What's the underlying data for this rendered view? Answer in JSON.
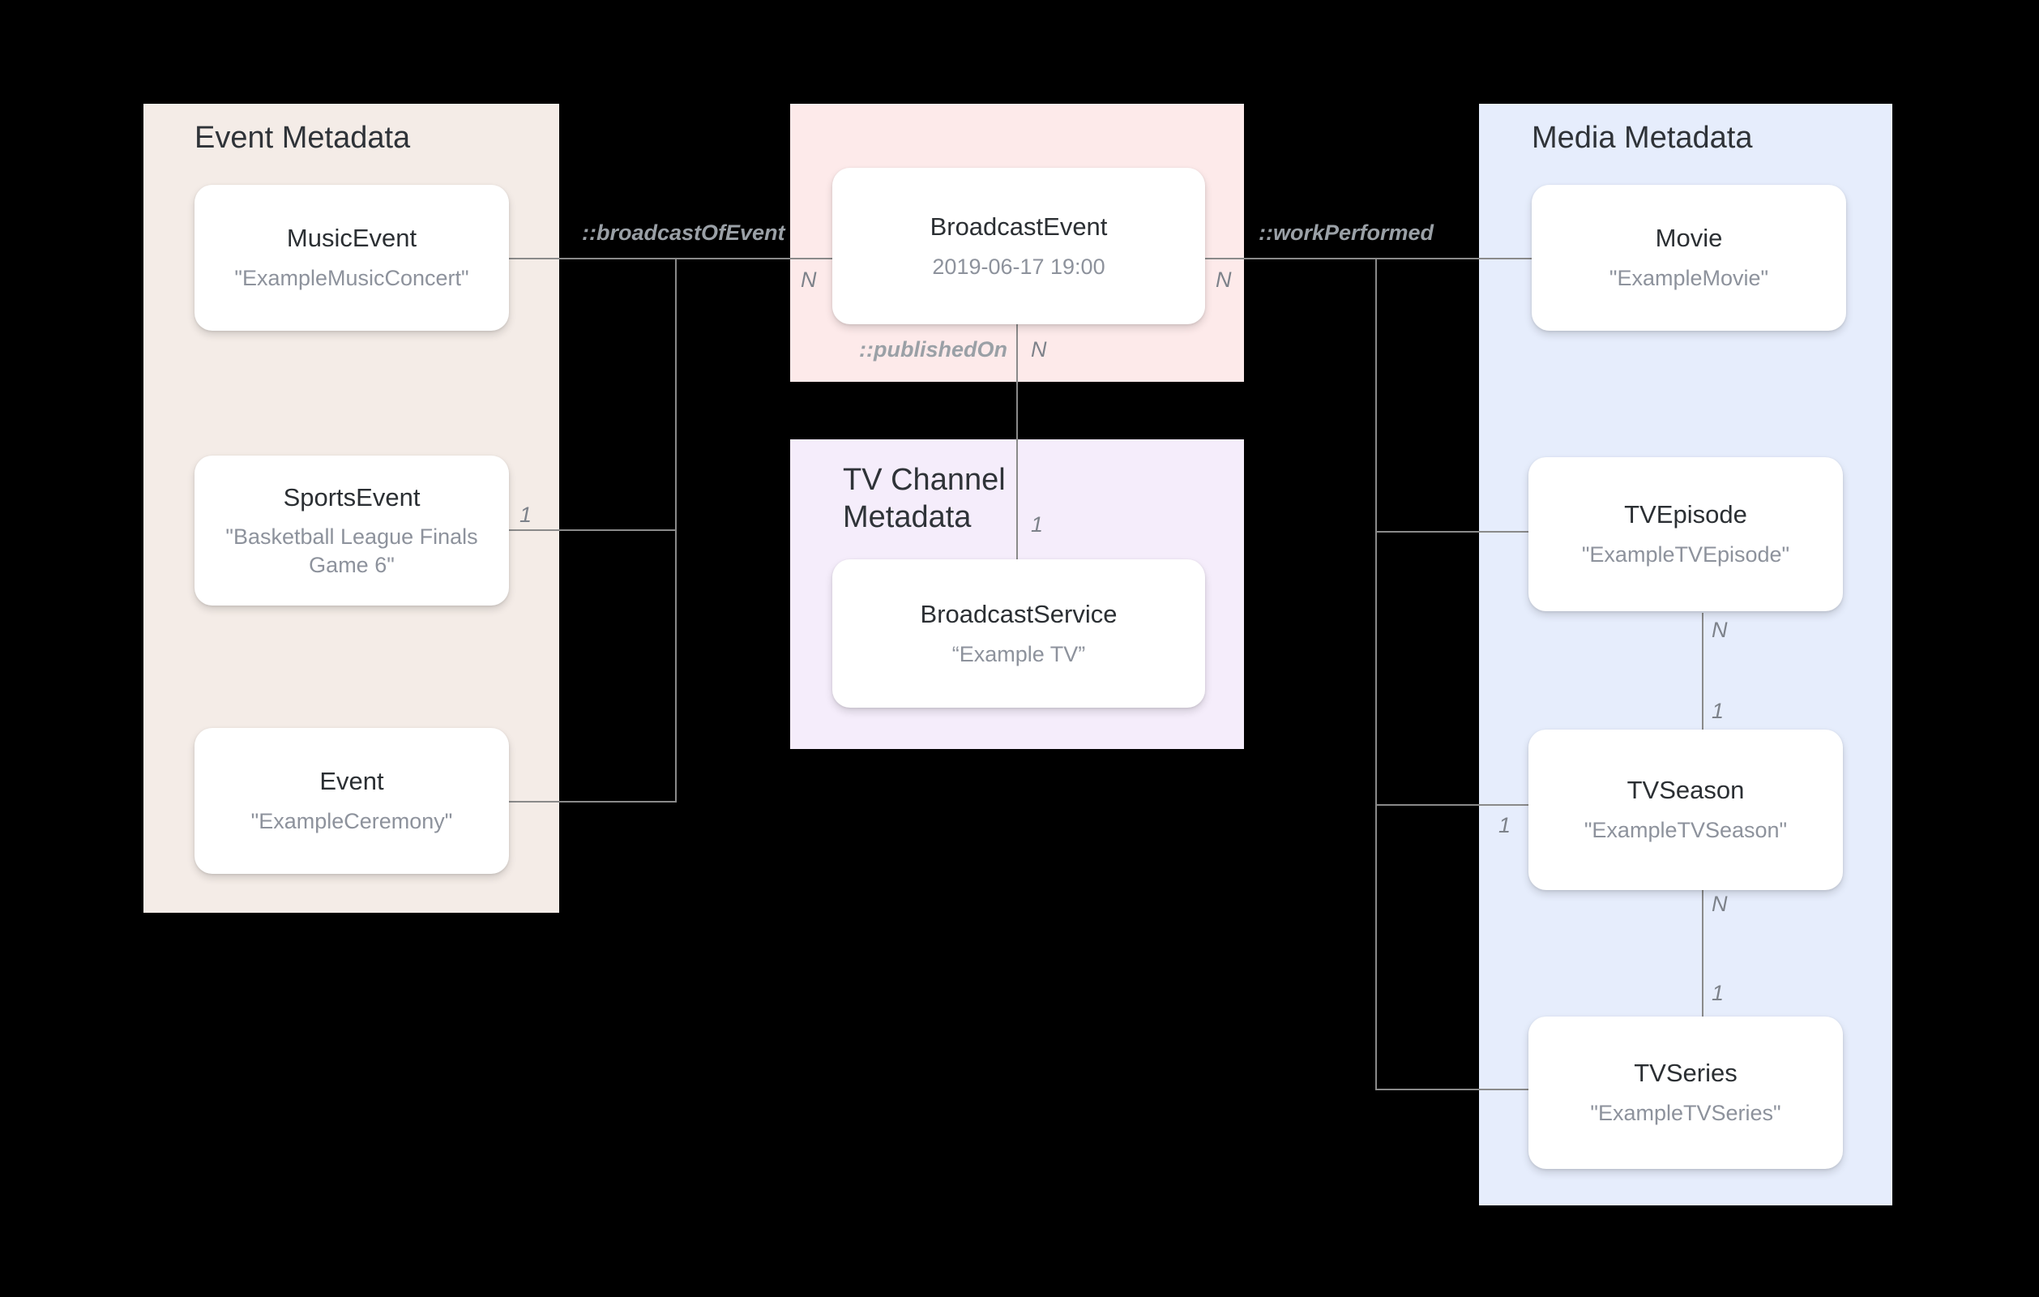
{
  "diagram": {
    "title_hidden": "",
    "groups": [
      {
        "id": "event-metadata",
        "label": "Event Metadata",
        "color": "#f4ece7"
      },
      {
        "id": "broadcast-metadata",
        "label": "",
        "color": "#fdeaea"
      },
      {
        "id": "tv-channel-metadata",
        "label": "TV Channel\nMetadata",
        "color": "#f5edfb"
      },
      {
        "id": "media-metadata",
        "label": "Media Metadata",
        "color": "#e6edfc"
      }
    ],
    "entities": [
      {
        "id": "music-event",
        "type": "MusicEvent",
        "value": "\"ExampleMusicConcert\""
      },
      {
        "id": "sports-event",
        "type": "SportsEvent",
        "value": "\"Basketball League Finals Game 6\""
      },
      {
        "id": "event",
        "type": "Event",
        "value": "\"ExampleCeremony\""
      },
      {
        "id": "broadcast-event",
        "type": "BroadcastEvent",
        "value": "2019-06-17 19:00"
      },
      {
        "id": "broadcast-service",
        "type": "BroadcastService",
        "value": "“Example TV”"
      },
      {
        "id": "movie",
        "type": "Movie",
        "value": "\"ExampleMovie\""
      },
      {
        "id": "tv-episode",
        "type": "TVEpisode",
        "value": "\"ExampleTVEpisode\""
      },
      {
        "id": "tv-season",
        "type": "TVSeason",
        "value": "\"ExampleTVSeason\""
      },
      {
        "id": "tv-series",
        "type": "TVSeries",
        "value": "\"ExampleTVSeries\""
      }
    ],
    "relations": [
      {
        "id": "broadcast-of-event",
        "label": "::broadcastOfEvent"
      },
      {
        "id": "work-performed",
        "label": "::workPerformed"
      },
      {
        "id": "published-on",
        "label": "::publishedOn"
      }
    ],
    "cardinalities": {
      "sports_event_one": "1",
      "broadcast_event_left_n": "N",
      "broadcast_event_right_n": "N",
      "broadcast_event_bottom_n": "N",
      "broadcast_service_one": "1",
      "tv_episode_n": "N",
      "tv_season_top_one": "1",
      "tv_season_left_one": "1",
      "tv_season_n": "N",
      "tv_series_one": "1"
    },
    "colors": {
      "event_group": "#f4ece7",
      "broadcast_group": "#fdeaea",
      "tv_channel_group": "#f5edfb",
      "media_group": "#e6edfc",
      "card_bg": "#ffffff",
      "line": "#8a8a8a",
      "title_text": "#2f3338",
      "value_text": "#8d929c",
      "label_text": "#9aa0a6",
      "background": "#000000"
    }
  }
}
